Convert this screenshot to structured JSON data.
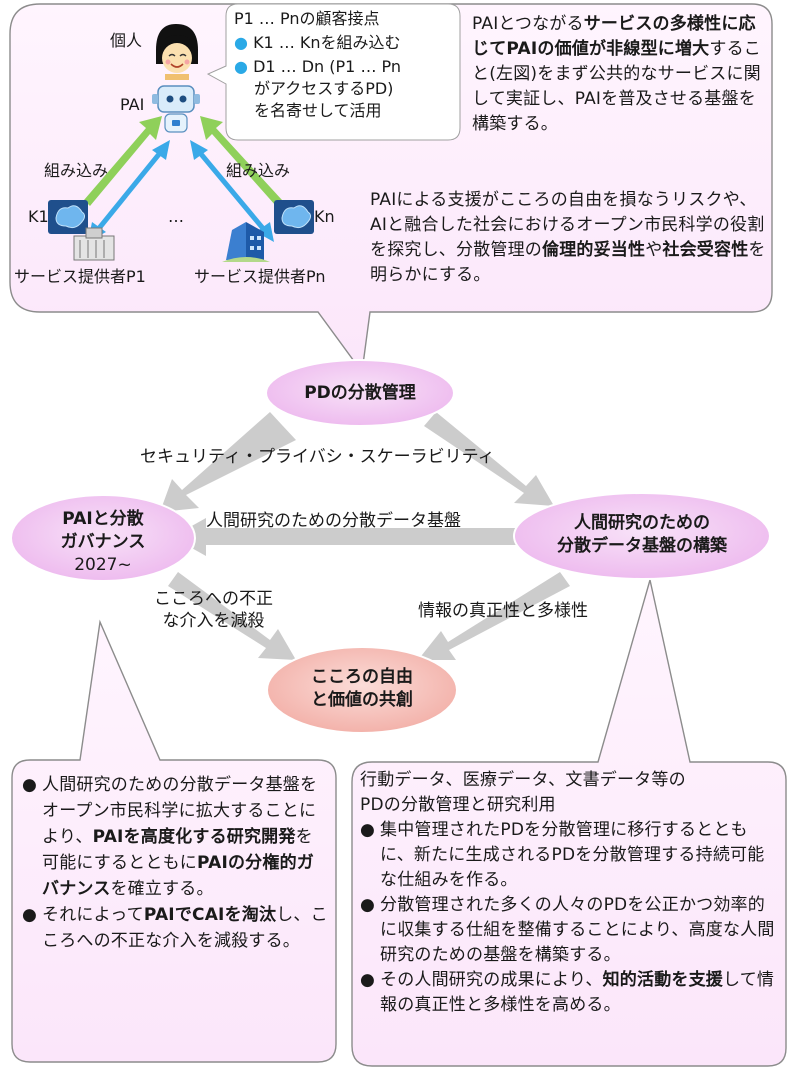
{
  "top": {
    "person_label": "個人",
    "pai_label": "PAI",
    "embed_left": "組み込み",
    "embed_right": "組み込み",
    "k1": "K1",
    "kn": "Kn",
    "ellipsis": "…",
    "provider_1": "サービス提供者P1",
    "provider_n": "サービス提供者Pn",
    "callout": {
      "line1": "P1 … Pnの顧客接点",
      "line2": "K1 … Knを組み込む",
      "line3a": "D1 … Dn (P1 … Pn",
      "line3b": "がアクセスするPD)",
      "line3c": "を名寄せして活用"
    },
    "para1": [
      {
        "t": "PAIとつながる"
      },
      {
        "t": "サービスの多様",
        "b": true
      },
      {
        "t": "性に応じてPAIの価値が非線型",
        "b": true
      },
      {
        "t": "に増大",
        "b": true
      },
      {
        "t": "すること(左図)をまず公"
      },
      {
        "t": "共的なサービスに関して実証し、"
      },
      {
        "t": "PAIを普及させる基盤を構築す"
      },
      {
        "t": "る。"
      }
    ],
    "para2": [
      {
        "t": "PAIによる支援がこころの自由を損なうリ"
      },
      {
        "t": "スクや、AIと融合した社会におけるオープ"
      },
      {
        "t": "ン市民科学の役割を探究し、分散管理の"
      },
      {
        "t": "倫",
        "b": true
      },
      {
        "t": "理的妥当性",
        "b": true
      },
      {
        "t": "や"
      },
      {
        "t": "社会受容性",
        "b": true
      },
      {
        "t": "を明らかにする。"
      }
    ]
  },
  "nodes": {
    "pd": "PDの分散管理",
    "pai_gov_1": "PAIと分散",
    "pai_gov_2": "ガバナンス",
    "pai_gov_year": "2027~",
    "infra_1": "人間研究のための",
    "infra_2": "分散データ基盤の構築",
    "freedom_1": "こころの自由",
    "freedom_2": "と価値の共創"
  },
  "edges": {
    "top": "セキュリティ・プライバシ・スケーラビリティ",
    "middle": "人間研究のための分散データ基盤",
    "left_1": "こころへの不正",
    "left_2": "な介入を減殺",
    "right": "情報の真正性と多様性"
  },
  "bottom_left": {
    "bullet": "●",
    "b1": [
      {
        "t": "人間研究のための分散デー"
      },
      {
        "t": "タ基盤をオープン市民科学"
      },
      {
        "t": "に拡大することにより、"
      },
      {
        "t": "PAI",
        "b": true
      },
      {
        "t": "を高度化する研究開発",
        "b": true
      },
      {
        "t": "を可"
      },
      {
        "t": "能にするとともに"
      },
      {
        "t": "PAIの分権",
        "b": true
      },
      {
        "t": "的ガバナンス",
        "b": true
      },
      {
        "t": "を確立する。"
      }
    ],
    "b2": [
      {
        "t": "それによって"
      },
      {
        "t": "PAIでCAIを淘",
        "b": true
      },
      {
        "t": "汰",
        "b": true
      },
      {
        "t": "し、こころへの不正な介"
      },
      {
        "t": "入を減殺する。"
      }
    ]
  },
  "bottom_right": {
    "bullet": "●",
    "header1": "行動データ、医療データ、文書データ等の",
    "header2": "PDの分散管理と研究利用",
    "b1": "集中管理されたPDを分散管理に移行するとともに、新たに生成されるPDを分散管理する持続可能な仕組みを作る。",
    "b2": "分散管理された多くの人々のPDを公正かつ効率的に収集する仕組を整備することにより、高度な人間研究のための基盤を構築する。",
    "b3": [
      {
        "t": "その人間研究の成果により、"
      },
      {
        "t": "知的活動を",
        "b": true
      },
      {
        "t": "支援",
        "b": true
      },
      {
        "t": "して情報の真正性と多様性を高める。"
      }
    ]
  },
  "colors": {
    "bubble_fill": "#fdeefb",
    "node_fill": "#f1c8f2",
    "node_freedom_fill": "#f6c3bd",
    "arrow_gray": "#c9c9c9",
    "arrow_blue": "#34a9e6",
    "arrow_green": "#8ccf4f"
  }
}
